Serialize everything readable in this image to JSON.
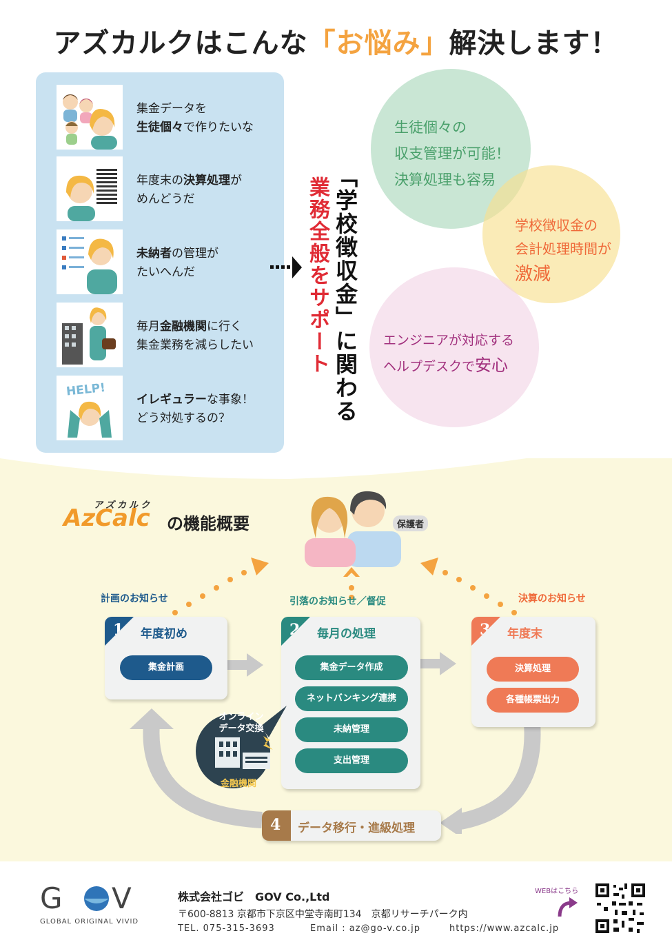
{
  "headline": {
    "pre": "アズカルクはこんな",
    "accent": "「お悩み」",
    "post": "解決します！"
  },
  "problems": [
    {
      "line1_pre": "集金データを",
      "line1_b": "",
      "line1_post": "",
      "line2_pre": "",
      "line2_b": "生徒個々",
      "line2_post": "で作りたいな"
    },
    {
      "line1_pre": "年度末の",
      "line1_b": "決算処理",
      "line1_post": "が",
      "line2_pre": "めんどうだ",
      "line2_b": "",
      "line2_post": ""
    },
    {
      "line1_pre": "",
      "line1_b": "未納者",
      "line1_post": "の管理が",
      "line2_pre": "たいへんだ",
      "line2_b": "",
      "line2_post": ""
    },
    {
      "line1_pre": "毎月",
      "line1_b": "金融機関",
      "line1_post": "に行く",
      "line2_pre": "集金業務を減らしたい",
      "line2_b": "",
      "line2_post": ""
    },
    {
      "line1_pre": "",
      "line1_b": "イレギュラー",
      "line1_post": "な事象！",
      "line2_pre": "どう対処するの？",
      "line2_b": "",
      "line2_post": ""
    }
  ],
  "help_label": "HELP!",
  "slogan": {
    "main": "「学校徴収金」に関わる",
    "sub": "業務全般をサポート"
  },
  "benefits": {
    "green": {
      "line1": "生徒個々の",
      "line2": "収支管理が可能！",
      "line3": "決算処理も容易",
      "color": "#4aa06b"
    },
    "yellow": {
      "line1": "学校徴収金の",
      "line2": "会計処理時間が",
      "line3": "激減",
      "color": "#ef6a3a"
    },
    "pink": {
      "line1": "エンジニアが対応する",
      "line2_pre": "ヘルプデスクで",
      "line2_b": "安心",
      "color": "#a2317e"
    }
  },
  "overview": {
    "logo_kana": "アズカルク",
    "logo": "AzCalc",
    "title": "の機能概要",
    "parent_label": "保護者",
    "notice_plan": "計画のお知らせ",
    "notice_debit": "引落のお知らせ／督促",
    "notice_settle": "決算のお知らせ",
    "steps": [
      {
        "num": "1",
        "title": "年度初め",
        "items": [
          "集金計画"
        ],
        "color": "#1e5a8c"
      },
      {
        "num": "2",
        "title": "毎月の処理",
        "items": [
          "集金データ作成",
          "ネットバンキング連携",
          "未納管理",
          "支出管理"
        ],
        "color": "#2a8a80"
      },
      {
        "num": "3",
        "title": "年度末",
        "items": [
          "決算処理",
          "各種帳票出力"
        ],
        "color": "#ef7a56"
      },
      {
        "num": "4",
        "title": "データ移行・進級処理",
        "color": "#a77a4a"
      }
    ],
    "bank_bubble": "オンライン\nデータ交換",
    "bank_label": "金融機関"
  },
  "footer": {
    "company": "株式会社ゴビ　GOV Co.,Ltd",
    "address": "〒600-8813 京都市下京区中堂寺南町134　京都リサーチパーク内",
    "tel": "TEL. 075-315-3693",
    "email": "Email : az@go-v.co.jp",
    "url": "https://www.azcalc.jp",
    "web_label": "WEBはこちら",
    "logo": "G V",
    "logo_sub": "GLOBAL  ORIGINAL  VIVID"
  }
}
